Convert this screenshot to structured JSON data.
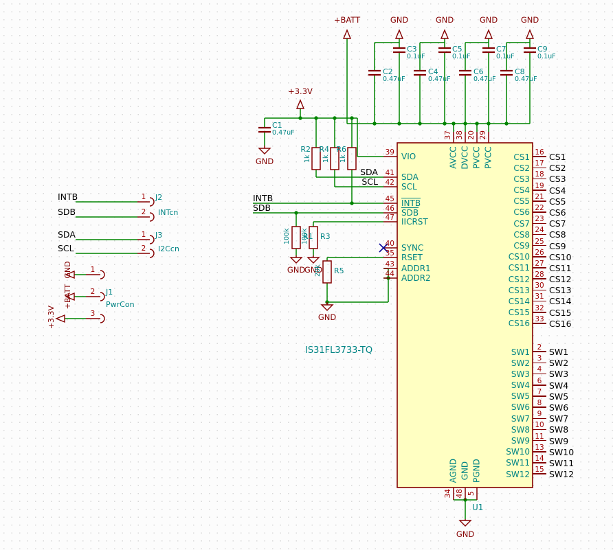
{
  "colors": {
    "wire": "#008400",
    "symbol_outline": "#840000",
    "pin_name": "#008484",
    "pin_number": "#a00000",
    "net_label": "#000000",
    "ic_fill": "#ffffc2",
    "background": "#fcfcfc"
  },
  "power": {
    "batt": "+BATT",
    "v33": "+3.3V",
    "gnd": "GND"
  },
  "nets": {
    "sda": "SDA",
    "scl": "SCL",
    "intb": "INTB",
    "sdb": "SDB"
  },
  "decoupling": {
    "caps": [
      {
        "ref": "C2",
        "value": "0.47uF"
      },
      {
        "ref": "C3",
        "value": "0.1uF"
      },
      {
        "ref": "C4",
        "value": "0.47uF"
      },
      {
        "ref": "C5",
        "value": "0.1uF"
      },
      {
        "ref": "C6",
        "value": "0.47uF"
      },
      {
        "ref": "C7",
        "value": "0.1uF"
      },
      {
        "ref": "C8",
        "value": "0.47uF"
      },
      {
        "ref": "C9",
        "value": "0.1uF"
      }
    ]
  },
  "c1": {
    "ref": "C1",
    "value": "0.47uF"
  },
  "resistors": {
    "r1": {
      "ref": "R1",
      "value": "100k"
    },
    "r2": {
      "ref": "R2",
      "value": "1k"
    },
    "r3": {
      "ref": "R3",
      "value": "100k"
    },
    "r4": {
      "ref": "R4",
      "value": "1k"
    },
    "r5": {
      "ref": "R5",
      "value": "20k"
    },
    "r6": {
      "ref": "R6",
      "value": "1k"
    }
  },
  "connectors": {
    "j2": {
      "ref": "J2",
      "value": "INTcn",
      "pin_numbers": [
        "1",
        "2"
      ]
    },
    "j3": {
      "ref": "J3",
      "value": "I2Ccn",
      "pin_numbers": [
        "1",
        "2"
      ]
    },
    "j1": {
      "ref": "J1",
      "value": "PwrCon",
      "pin_numbers": [
        "1",
        "2",
        "3"
      ]
    }
  },
  "ic": {
    "ref": "U1",
    "value": "IS31FL3733-TQ",
    "left_pins": [
      {
        "num": "39",
        "name": "VIO"
      },
      {
        "num": "41",
        "name": "SDA"
      },
      {
        "num": "42",
        "name": "SCL"
      },
      {
        "num": "45",
        "name": "INTB"
      },
      {
        "num": "46",
        "name": "SDB"
      },
      {
        "num": "47",
        "name": "IICRST"
      },
      {
        "num": "40",
        "name": "SYNC"
      },
      {
        "num": "35",
        "name": "RSET"
      },
      {
        "num": "43",
        "name": "ADDR1"
      },
      {
        "num": "44",
        "name": "ADDR2"
      }
    ],
    "top_pins": [
      {
        "num": "37",
        "name": "AVCC"
      },
      {
        "num": "38",
        "name": "DVCC"
      },
      {
        "num": "20",
        "name": "PVCC"
      },
      {
        "num": "29",
        "name": "PVCC"
      }
    ],
    "bottom_pins": [
      {
        "num": "34",
        "name": "AGND"
      },
      {
        "num": "48",
        "name": "GND"
      },
      {
        "num": "5",
        "name": "PGND"
      }
    ],
    "cs_pins": [
      {
        "num": "16",
        "name": "CS1"
      },
      {
        "num": "17",
        "name": "CS2"
      },
      {
        "num": "18",
        "name": "CS3"
      },
      {
        "num": "19",
        "name": "CS4"
      },
      {
        "num": "21",
        "name": "CS5"
      },
      {
        "num": "22",
        "name": "CS6"
      },
      {
        "num": "23",
        "name": "CS7"
      },
      {
        "num": "24",
        "name": "CS8"
      },
      {
        "num": "25",
        "name": "CS9"
      },
      {
        "num": "26",
        "name": "CS10"
      },
      {
        "num": "27",
        "name": "CS11"
      },
      {
        "num": "28",
        "name": "CS12"
      },
      {
        "num": "30",
        "name": "CS13"
      },
      {
        "num": "31",
        "name": "CS14"
      },
      {
        "num": "32",
        "name": "CS15"
      },
      {
        "num": "33",
        "name": "CS16"
      }
    ],
    "sw_pins": [
      {
        "num": "2",
        "name": "SW1"
      },
      {
        "num": "3",
        "name": "SW2"
      },
      {
        "num": "4",
        "name": "SW3"
      },
      {
        "num": "6",
        "name": "SW4"
      },
      {
        "num": "7",
        "name": "SW5"
      },
      {
        "num": "8",
        "name": "SW6"
      },
      {
        "num": "9",
        "name": "SW7"
      },
      {
        "num": "10",
        "name": "SW8"
      },
      {
        "num": "11",
        "name": "SW9"
      },
      {
        "num": "13",
        "name": "SW10"
      },
      {
        "num": "14",
        "name": "SW11"
      },
      {
        "num": "15",
        "name": "SW12"
      }
    ]
  }
}
